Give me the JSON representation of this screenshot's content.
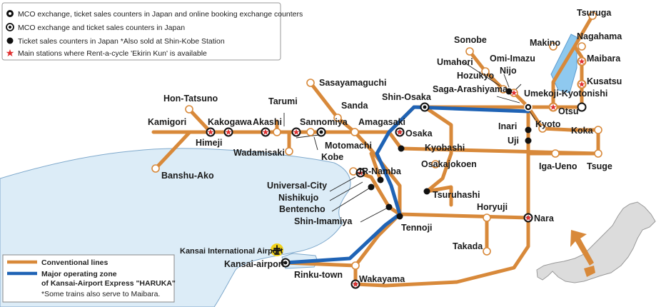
{
  "legend_stations": {
    "mco_full": "MCO exchange, ticket sales counters in Japan and online booking exchange counters",
    "mco_ticket": "MCO exchange and ticket sales counters in Japan",
    "ticket_only": "Ticket sales counters in Japan  *Also sold at Shin-Kobe Station",
    "rentacycle": "Main stations where Rent-a-cycle 'Ekirin Kun' is available"
  },
  "legend_lines": {
    "conventional": "Conventional lines",
    "haruka_1": "Major operating zone",
    "haruka_2": "of Kansai-Airport Express \"HARUKA\"",
    "note": "*Some trains also serve to Maibara."
  },
  "colors": {
    "conventional": "#d8893a",
    "haruka": "#1f63b5",
    "sea": "#dcecf7",
    "lake": "#8fc9ef",
    "rentacycle_star": "#e03030"
  },
  "airport": {
    "label": "Kansai International Airport",
    "icon": "airplane-icon"
  },
  "stations": {
    "tsuruga": "Tsuruga",
    "nagahama": "Nagahama",
    "makino": "Makino",
    "maibara": "Maibara",
    "omi_imazu": "Omi-Imazu",
    "kusatsu": "Kusatsu",
    "sonobe": "Sonobe",
    "umahori": "Umahori",
    "hozukyo": "Hozukyo",
    "nijo": "Nijo",
    "saga_arashiyama": "Saga-Arashiyama",
    "umekoji": "Umekoji-Kyotonishi",
    "otsu": "Otsu",
    "kyoto": "Kyoto",
    "inari": "Inari",
    "uji": "Uji",
    "koka": "Koka",
    "iga_ueno": "Iga-Ueno",
    "tsuge": "Tsuge",
    "sasayamaguchi": "Sasayamaguchi",
    "shin_osaka": "Shin-Osaka",
    "sanda": "Sanda",
    "hon_tatsuno": "Hon-Tatsuno",
    "tarumi": "Tarumi",
    "kamigori": "Kamigori",
    "kakogawa": "Kakogawa",
    "akashi": "Akashi",
    "sannomiya": "Sannomiya",
    "amagasaki": "Amagasaki",
    "himeji": "Himeji",
    "motomachi": "Motomachi",
    "osaka": "Osaka",
    "wadamisaki": "Wadamisaki",
    "kobe": "Kobe",
    "kyobashi": "Kyobashi",
    "banshu_ako": "Banshu-Ako",
    "osakajokoen": "Osakajokoen",
    "jr_namba": "JR-Namba",
    "universal_city": "Universal-City",
    "nishikujo": "Nishikujo",
    "tsuruhashi": "Tsuruhashi",
    "bentencho": "Bentencho",
    "shin_imamiya": "Shin-Imamiya",
    "tennoji": "Tennoji",
    "horyuji": "Horyuji",
    "nara": "Nara",
    "takada": "Takada",
    "kansai_airport": "Kansai-airport",
    "rinku_town": "Rinku-town",
    "wakayama": "Wakayama"
  }
}
